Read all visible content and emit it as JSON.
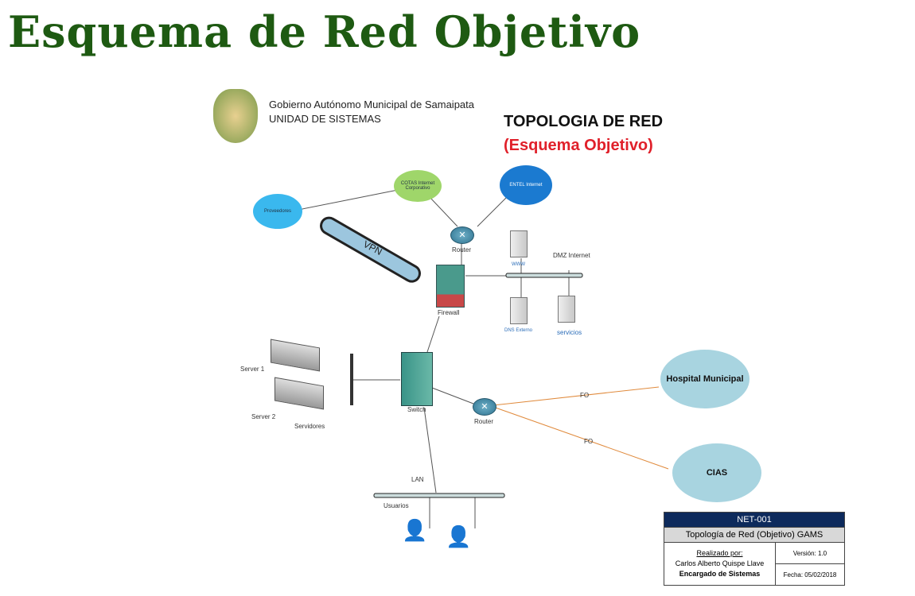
{
  "title": "Esquema de Red Objetivo",
  "header": {
    "org": "Gobierno Autónomo Municipal de Samaipata",
    "unit": "UNIDAD DE SISTEMAS",
    "topology": "TOPOLOGIA DE RED",
    "subtitle": "(Esquema Objetivo)"
  },
  "nodes": {
    "proveedores": "Proveedores",
    "cotas": "COTAS Internet Corporativo",
    "entel": "ENTEL Internet",
    "vpn": "VPN",
    "router1": "Router",
    "firewall": "Firewall",
    "www": "WWW",
    "dmz": "DMZ Internet",
    "dns": "DNS Externo",
    "servicios": "servicios",
    "server1": "Server 1",
    "server2": "Server 2",
    "servidores": "Servidores",
    "switch": "Switch",
    "router2": "Router",
    "fo1": "FO",
    "fo2": "FO",
    "hospital": "Hospital Municipal",
    "cias": "CIAS",
    "lan": "LAN",
    "usuarios": "Usuarios"
  },
  "titleblock": {
    "code": "NET-001",
    "name": "Topología de Red (Objetivo) GAMS",
    "made_by_label": "Realizado por:",
    "author": "Carlos Alberto Quispe Llave",
    "role": "Encargado de Sistemas",
    "version": "Versión: 1.0",
    "date": "Fecha: 05/02/2018"
  },
  "colors": {
    "title": "#1e5a12",
    "navy": "#0d2a5c",
    "red": "#e0202a",
    "fo": "#e08a3c"
  }
}
